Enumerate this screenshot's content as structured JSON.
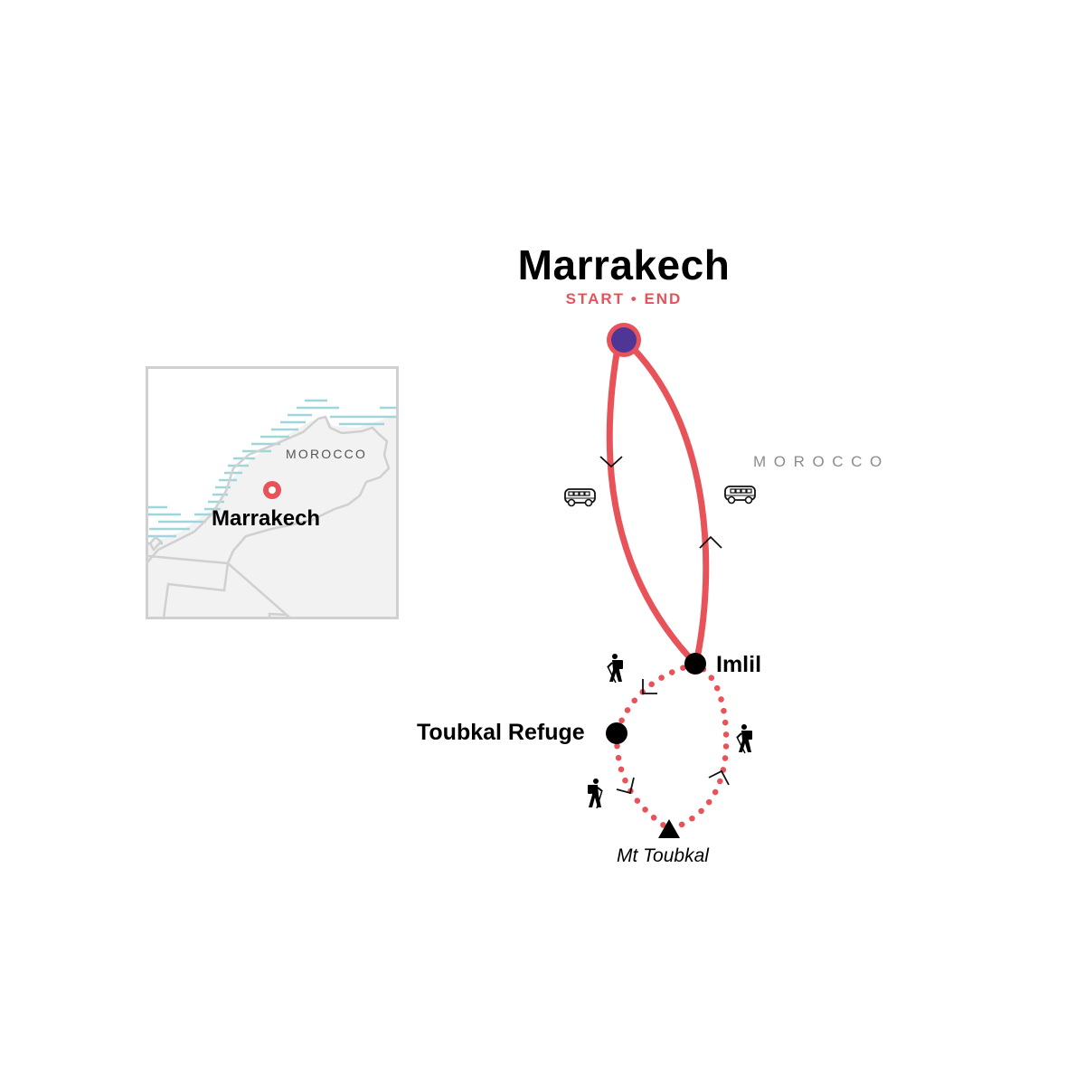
{
  "map": {
    "title": "Marrakech",
    "subtitle": "START • END",
    "country_label": "MOROCCO",
    "colors": {
      "route": "#e8535a",
      "start_fill": "#4f3596",
      "stop_fill": "#000000",
      "water_hatch": "#9fd6dc",
      "land": "#f2f2f2",
      "border": "#d0d0d0",
      "country_label": "#8c8c8c"
    },
    "stops": [
      {
        "name": "Marrakech",
        "role": "start-end",
        "icon": "start-end-marker"
      },
      {
        "name": "Imlil",
        "role": "stop",
        "icon": "dot-marker"
      },
      {
        "name": "Toubkal Refuge",
        "role": "stop",
        "icon": "dot-marker"
      },
      {
        "name": "Mt Toubkal",
        "role": "peak",
        "icon": "mountain-triangle"
      }
    ],
    "legs": [
      {
        "from": "Marrakech",
        "to": "Imlil",
        "mode": "bus",
        "icon": "bus-icon",
        "style": "solid"
      },
      {
        "from": "Imlil",
        "to": "Toubkal Refuge",
        "mode": "hike",
        "icon": "hiker-icon",
        "style": "dotted"
      },
      {
        "from": "Toubkal Refuge",
        "to": "Mt Toubkal",
        "mode": "hike",
        "icon": "hiker-icon",
        "style": "dotted"
      },
      {
        "from": "Mt Toubkal",
        "to": "Imlil",
        "mode": "hike",
        "icon": "hiker-icon",
        "style": "dotted"
      },
      {
        "from": "Imlil",
        "to": "Marrakech",
        "mode": "bus",
        "icon": "bus-icon",
        "style": "solid"
      }
    ],
    "labels": {
      "imlil": "Imlil",
      "toubkal_refuge": "Toubkal Refuge",
      "mt_toubkal": "Mt Toubkal"
    }
  },
  "inset": {
    "country_label": "MOROCCO",
    "city_label": "Marrakech"
  }
}
